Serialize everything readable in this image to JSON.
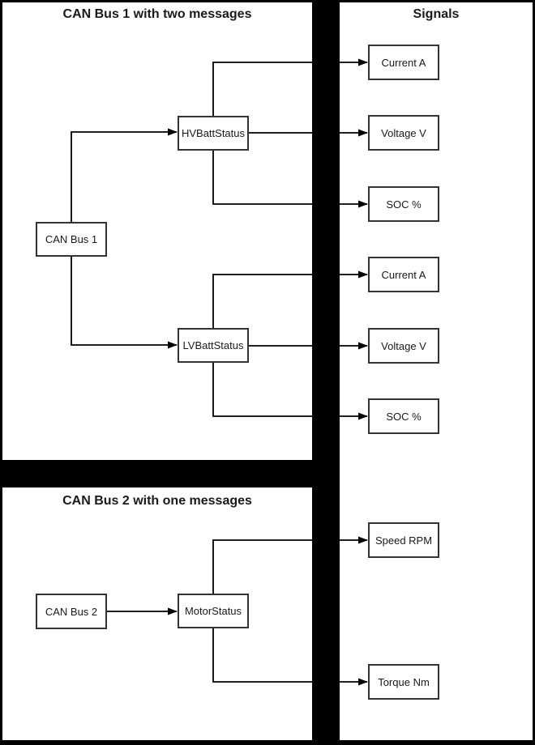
{
  "diagram": {
    "panels": {
      "can_bus_1": {
        "title": "CAN Bus 1 with two messages"
      },
      "can_bus_2": {
        "title": "CAN Bus 2 with one messages"
      },
      "signals": {
        "title": "Signals"
      }
    },
    "nodes": {
      "can_bus_1": {
        "label": "CAN Bus 1"
      },
      "hv_batt_status": {
        "label": "HVBattStatus"
      },
      "lv_batt_status": {
        "label": "LVBattStatus"
      },
      "can_bus_2": {
        "label": "CAN Bus 2"
      },
      "motor_status": {
        "label": "MotorStatus"
      }
    },
    "signals": [
      {
        "label": "Current A"
      },
      {
        "label": "Voltage V"
      },
      {
        "label": "SOC %"
      },
      {
        "label": "Current A"
      },
      {
        "label": "Voltage V"
      },
      {
        "label": "SOC %"
      },
      {
        "label": "Speed RPM"
      },
      {
        "label": "Torque Nm"
      }
    ],
    "colors": {
      "background": "#000000",
      "panel": "#ffffff",
      "connector": "#000000",
      "node_border": "#333333",
      "text": "#1a1a1a"
    }
  }
}
